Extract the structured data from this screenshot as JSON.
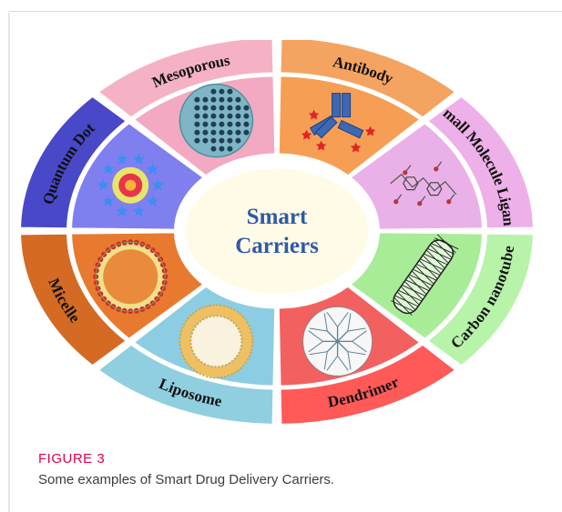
{
  "diagram": {
    "center": {
      "line1": "Smart",
      "line2": "Carriers"
    },
    "segments": [
      {
        "label": "Antibody",
        "outer_color": "#f4a460",
        "inner_color": "#f79e55",
        "icon": "antibody-icon"
      },
      {
        "label": "Small Molecule Ligand",
        "outer_color": "#eeb0e8",
        "inner_color": "#eab1e8",
        "icon": "molecule-icon"
      },
      {
        "label": "Carbon nanotube",
        "outer_color": "#b7f3a9",
        "inner_color": "#a8ec98",
        "icon": "nanotube-icon"
      },
      {
        "label": "Dendrimer",
        "outer_color": "#ff5a58",
        "inner_color": "#f36060",
        "icon": "dendrimer-icon"
      },
      {
        "label": "Liposome",
        "outer_color": "#8fcfe0",
        "inner_color": "#8dcde3",
        "icon": "liposome-icon"
      },
      {
        "label": "Micelle",
        "outer_color": "#d46a24",
        "inner_color": "#e87a30",
        "icon": "micelle-icon"
      },
      {
        "label": "Quantum Dot",
        "outer_color": "#4848c8",
        "inner_color": "#7f7ff0",
        "icon": "quantum-dot-icon"
      },
      {
        "label": "Mesoporous",
        "outer_color": "#f5b2c4",
        "inner_color": "#f3a9c1",
        "icon": "mesoporous-sphere-icon"
      }
    ]
  },
  "caption": {
    "label": "FIGURE 3",
    "text": "Some examples of Smart Drug Delivery Carriers."
  }
}
